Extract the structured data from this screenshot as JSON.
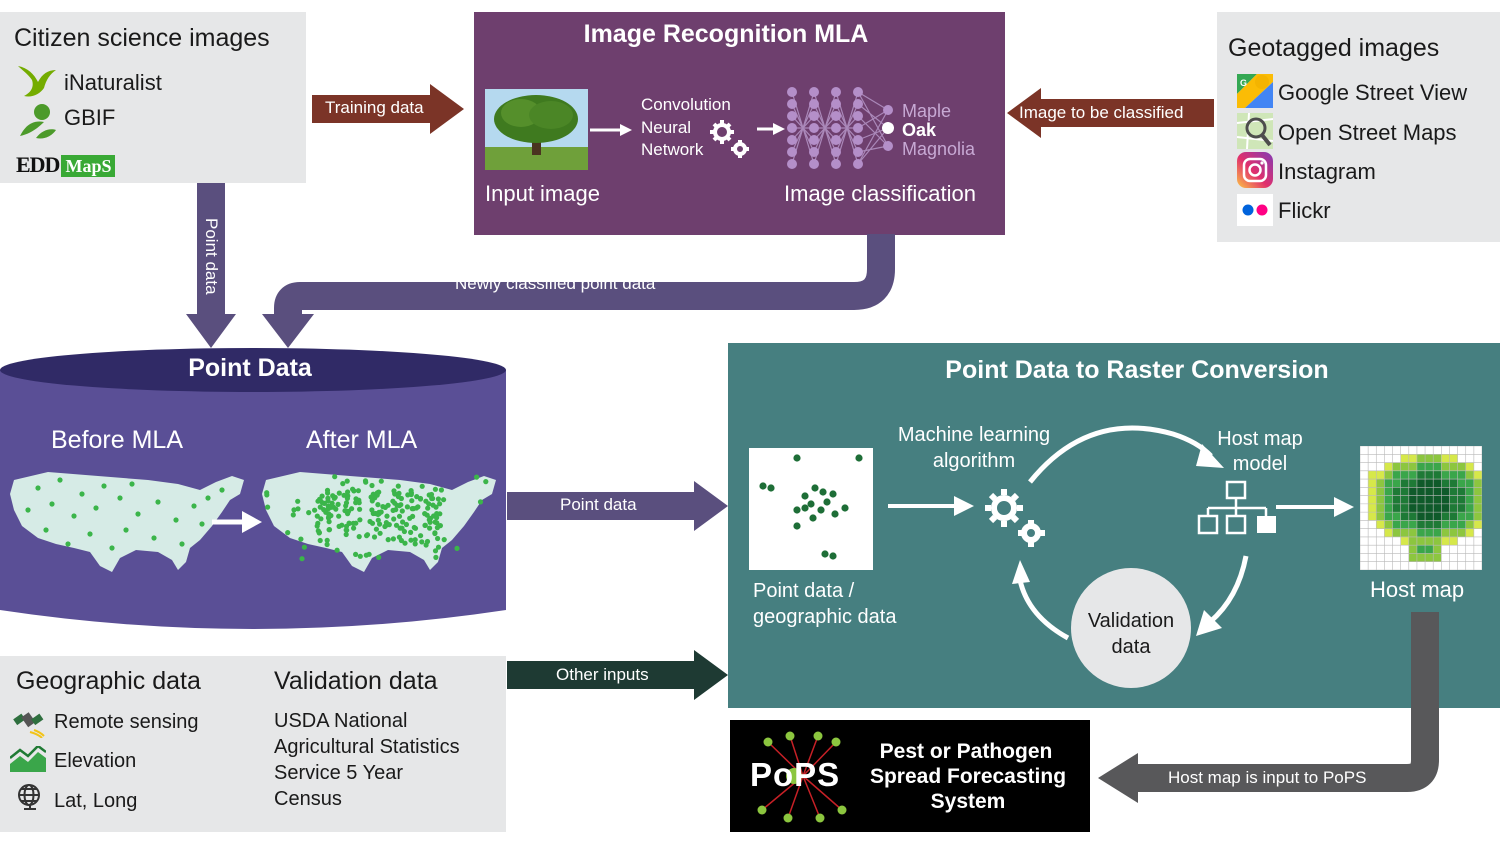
{
  "citizen": {
    "title": "Citizen science images",
    "items": [
      "iNaturalist",
      "GBIF"
    ],
    "eddmaps_edd": "EDD",
    "eddmaps_maps": "MapS"
  },
  "mla": {
    "title": "Image Recognition MLA",
    "input_label": "Input image",
    "cnn_line1": "Convolution",
    "cnn_line2": "Neural",
    "cnn_line3": "Network",
    "classes": [
      "Maple",
      "Oak",
      "Magnolia"
    ],
    "classification_label": "Image classification"
  },
  "geotagged": {
    "title": "Geotagged images",
    "items": [
      "Google Street View",
      "Open Street Maps",
      "Instagram",
      "Flickr"
    ]
  },
  "arrows": {
    "training": "Training data",
    "image_to_classify": "Image to be classified",
    "point_data_vertical": "Point data",
    "newly_classified": "Newly classified point data",
    "point_data": "Point data",
    "other_inputs": "Other inputs",
    "host_map_input": "Host map is input to PoPS"
  },
  "point_data": {
    "title": "Point Data",
    "before": "Before MLA",
    "after": "After MLA"
  },
  "raster": {
    "title": "Point Data to Raster Conversion",
    "ml_line1": "Machine learning",
    "ml_line2": "algorithm",
    "host_model_line1": "Host map",
    "host_model_line2": "model",
    "point_geo_line1": "Point data /",
    "point_geo_line2": "geographic data",
    "validation_line1": "Validation",
    "validation_line2": "data",
    "host_map": "Host map"
  },
  "geographic": {
    "title": "Geographic data",
    "items": [
      "Remote sensing",
      "Elevation",
      "Lat, Long"
    ]
  },
  "validation": {
    "title": "Validation data",
    "lines": [
      "USDA National",
      "Agricultural Statistics",
      "Service 5 Year",
      "Census"
    ]
  },
  "pops": {
    "logo": "PoPS",
    "lines": [
      "Pest or Pathogen",
      "Spread Forecasting",
      "System"
    ]
  },
  "colors": {
    "purple_mla": "#6e3f6e",
    "purple_point": "#5a4f96",
    "teal": "#467f80",
    "brown": "#7b3427",
    "dark_green": "#1e3a33",
    "gray_arrow": "#58585a",
    "panel_gray": "#e6e7e8",
    "dot_green": "#3bb54a"
  }
}
